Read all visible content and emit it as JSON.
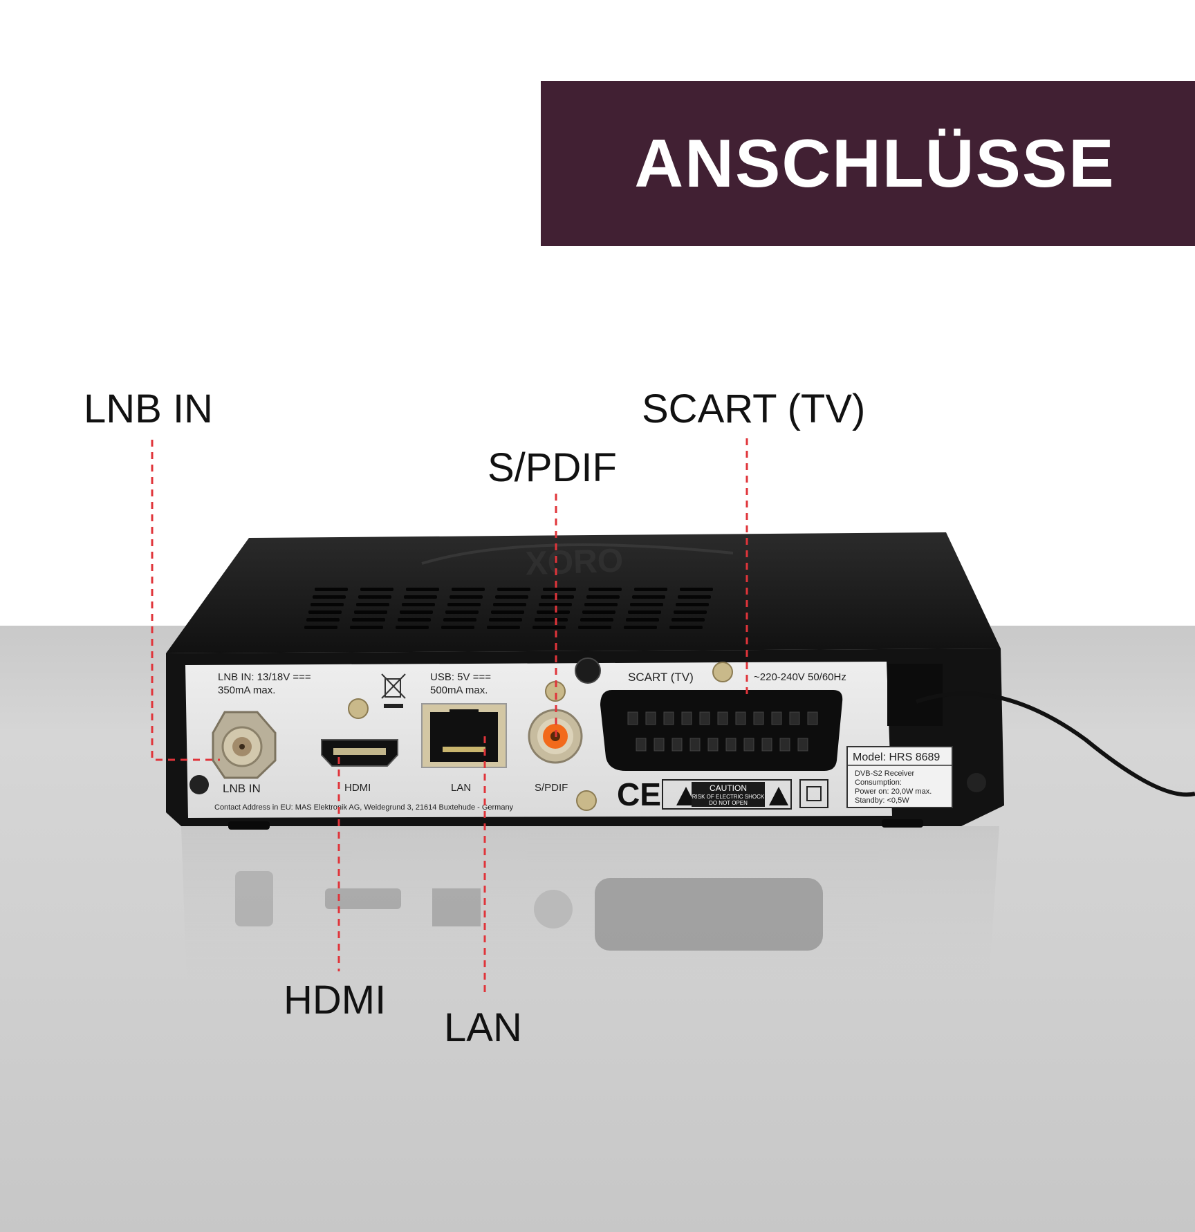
{
  "title": "ANSCHLÜSSE",
  "callouts": {
    "lnb_in": "LNB IN",
    "scart_tv": "SCART (TV)",
    "spdif": "S/PDIF",
    "hdmi": "HDMI",
    "lan": "LAN"
  },
  "device_panel": {
    "lnb_spec_line1": "LNB IN: 13/18V ===",
    "lnb_spec_line2": "350mA max.",
    "usb_spec_line1": "USB: 5V ===",
    "usb_spec_line2": "500mA max.",
    "scart_label": "SCART (TV)",
    "power_label": "~220-240V 50/60Hz",
    "port_lnb": "LNB IN",
    "port_hdmi": "HDMI",
    "port_lan": "LAN",
    "port_spdif": "S/PDIF",
    "brand_logo": "XORO",
    "contact": "Contact Address in EU: MAS Elektronik AG, Weidegrund 3, 21614 Buxtehude - Germany",
    "ce_mark": "CE",
    "caution_title": "CAUTION",
    "caution_line1": "RISK OF ELECTRIC SHOCK",
    "caution_line2": "DO NOT OPEN",
    "model_title": "Model: HRS 8689",
    "model_line1": "DVB-S2 Receiver",
    "model_line2": "Consumption:",
    "model_line3": "Power on: 20,0W max.",
    "model_line4": "Standby:   <0,5W"
  },
  "colors": {
    "banner": "#412033",
    "leader_line": "#e0343a",
    "spdif_ring": "#f26a1b"
  },
  "icons": {
    "weee": "crossed-bin-icon",
    "warning": "warning-triangle-icon",
    "double_insulation": "double-square-icon"
  }
}
